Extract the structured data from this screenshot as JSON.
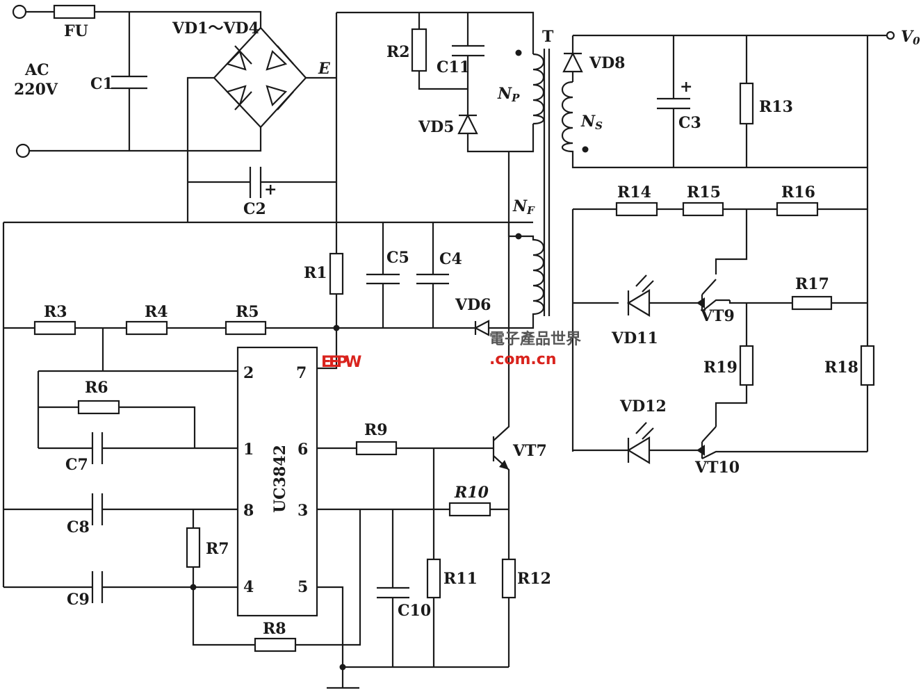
{
  "labels": {
    "fu": "FU",
    "ac": "AC",
    "v220": "220V",
    "c1": "C1",
    "bridge": "VD1～VD4",
    "e": "E",
    "c2": "C2",
    "plus_c2": "+",
    "r2": "R2",
    "c11": "C11",
    "vd5": "VD5",
    "np_n": "N",
    "np_sub": "P",
    "t": "T",
    "vd8": "VD8",
    "ns_n": "N",
    "ns_sub": "S",
    "c3": "C3",
    "plus_c3": "+",
    "r13": "R13",
    "vo_v": "V",
    "vo_sub": "0",
    "nf_n": "N",
    "nf_sub": "F",
    "r1": "R1",
    "c5": "C5",
    "c4": "C4",
    "vd6": "VD6",
    "r3": "R3",
    "r4": "R4",
    "r5": "R5",
    "r6": "R6",
    "c7": "C7",
    "c8": "C8",
    "c9": "C9",
    "r7": "R7",
    "r8": "R8",
    "ic": "UC3842",
    "pin2": "2",
    "pin7": "7",
    "pin1": "1",
    "pin6": "6",
    "pin8": "8",
    "pin3": "3",
    "pin4": "4",
    "pin5": "5",
    "r9": "R9",
    "vt7": "VT7",
    "r10": "R10",
    "c10": "C10",
    "r11": "R11",
    "r12": "R12",
    "r14": "R14",
    "r15": "R15",
    "r16": "R16",
    "r17": "R17",
    "r18": "R18",
    "r19": "R19",
    "vd11": "VD11",
    "vd12": "VD12",
    "vt9": "VT9",
    "vt10": "VT10"
  },
  "watermark": {
    "brand": "EEPW",
    "cn": "電子產品世界",
    "domain": ".com.cn",
    "color": "#d9231d"
  }
}
